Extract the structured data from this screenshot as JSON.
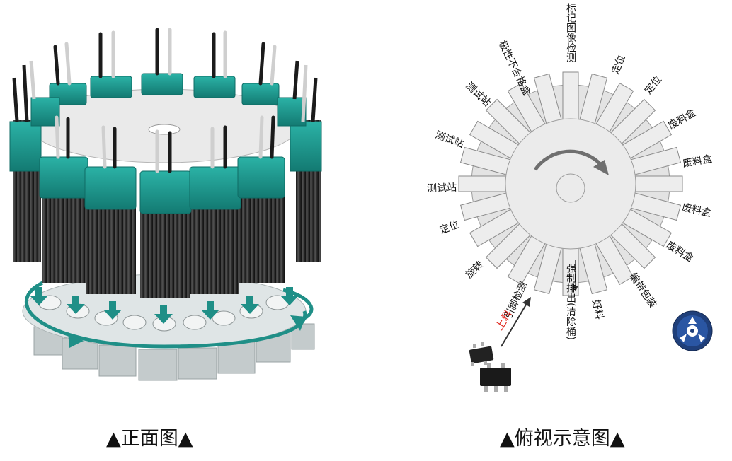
{
  "front_view": {
    "caption": "▲正面图▲"
  },
  "top_view": {
    "caption": "▲俯视示意图▲",
    "station_labels": [
      "标记图像检测",
      "定位",
      "定位",
      "废料盒",
      "废料盒",
      "废料盒",
      "废料盒",
      "编带包装",
      "好料",
      "强制排出(清除桶)",
      "引脚检测",
      "旋转",
      "定位",
      "测试站",
      "测试站",
      "测试站",
      "极性不合格盒"
    ],
    "feed_label": "上料"
  },
  "colors": {
    "teal": "#1f9a90",
    "motor_black": "#2a2a2a",
    "gray_disc": "#e3e3e3",
    "slot_fill": "#ededed",
    "feed_red": "#e0281e"
  }
}
